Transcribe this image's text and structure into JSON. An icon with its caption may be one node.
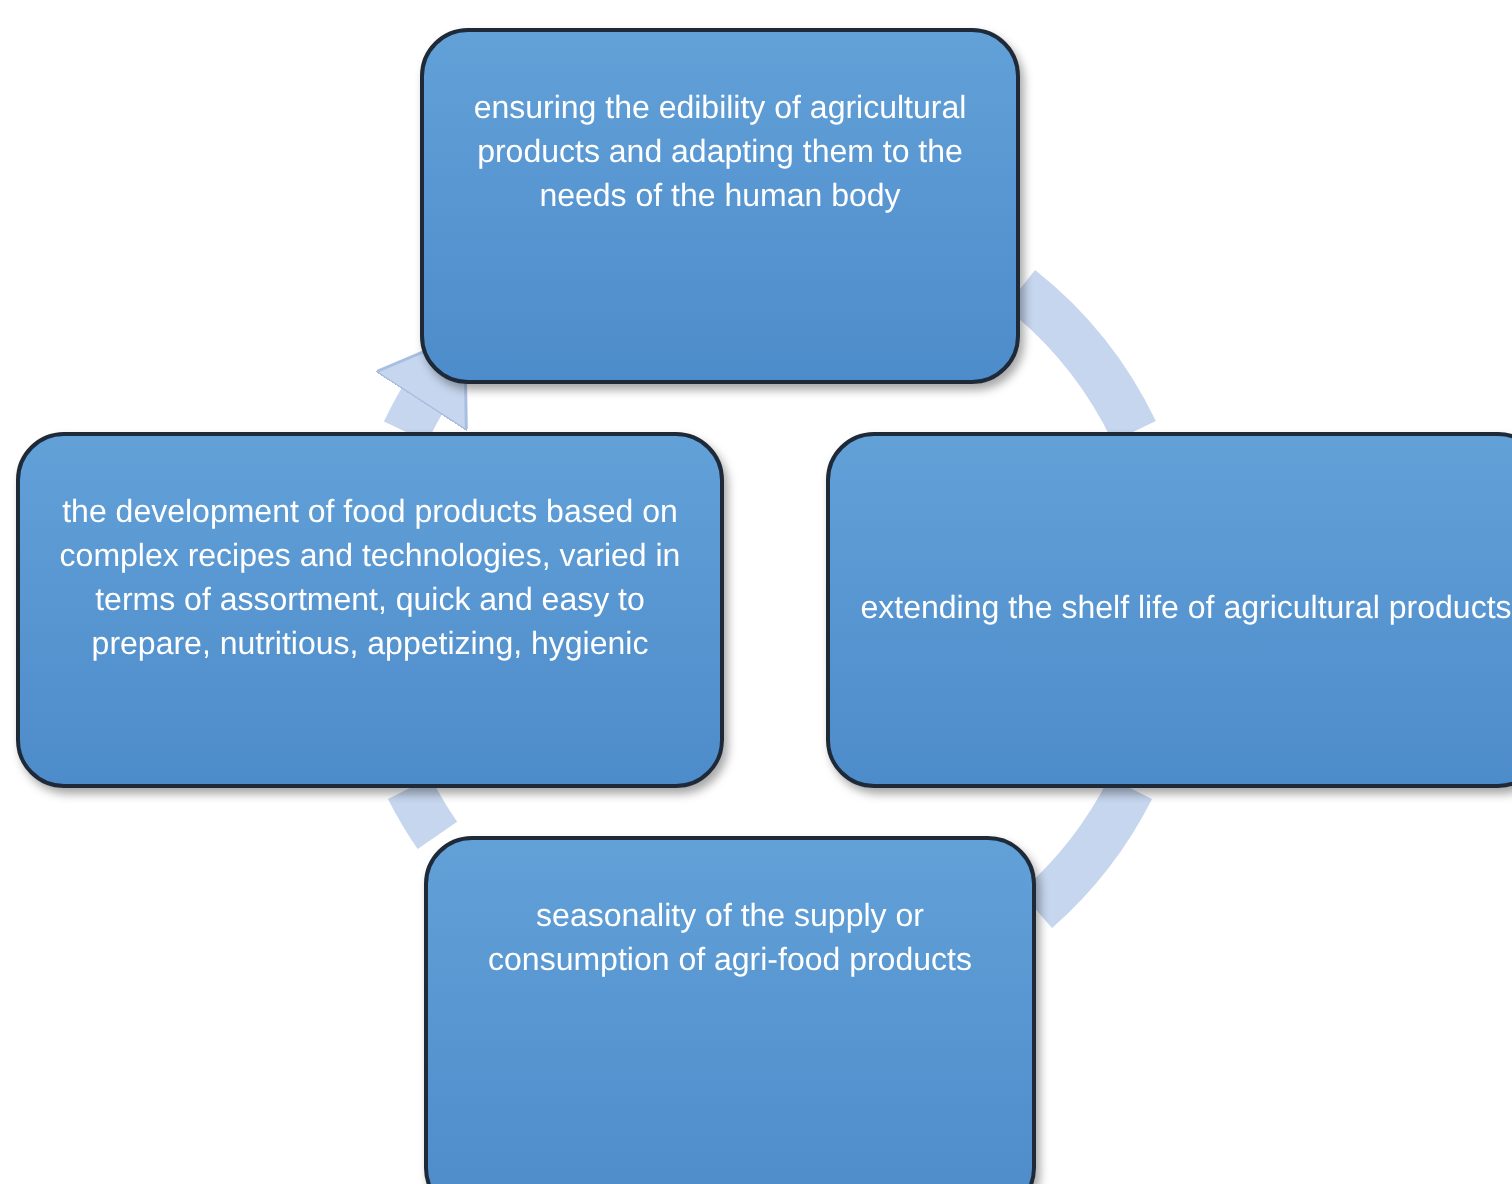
{
  "diagram": {
    "nodes": [
      {
        "text": [
          "ensuring the edibility of agricultural products and adapting them to the needs of the human body"
        ]
      },
      {
        "text": [
          "extending the shelf life of agricultural products"
        ]
      },
      {
        "text": [
          "seasonality of the supply or consumption of agri-food products"
        ]
      },
      {
        "text": [
          "the development of food products based on complex recipes and technologies, varied in terms of assortment, quick and easy to prepare, nutritious, appetizing, hygienic"
        ]
      }
    ],
    "edges": [
      {
        "from": 0,
        "to": 1,
        "arrow": "none"
      },
      {
        "from": 1,
        "to": 2,
        "arrow": "none"
      },
      {
        "from": 2,
        "to": 3,
        "arrow": "none"
      },
      {
        "from": 3,
        "to": 0,
        "arrow": "to"
      }
    ]
  }
}
